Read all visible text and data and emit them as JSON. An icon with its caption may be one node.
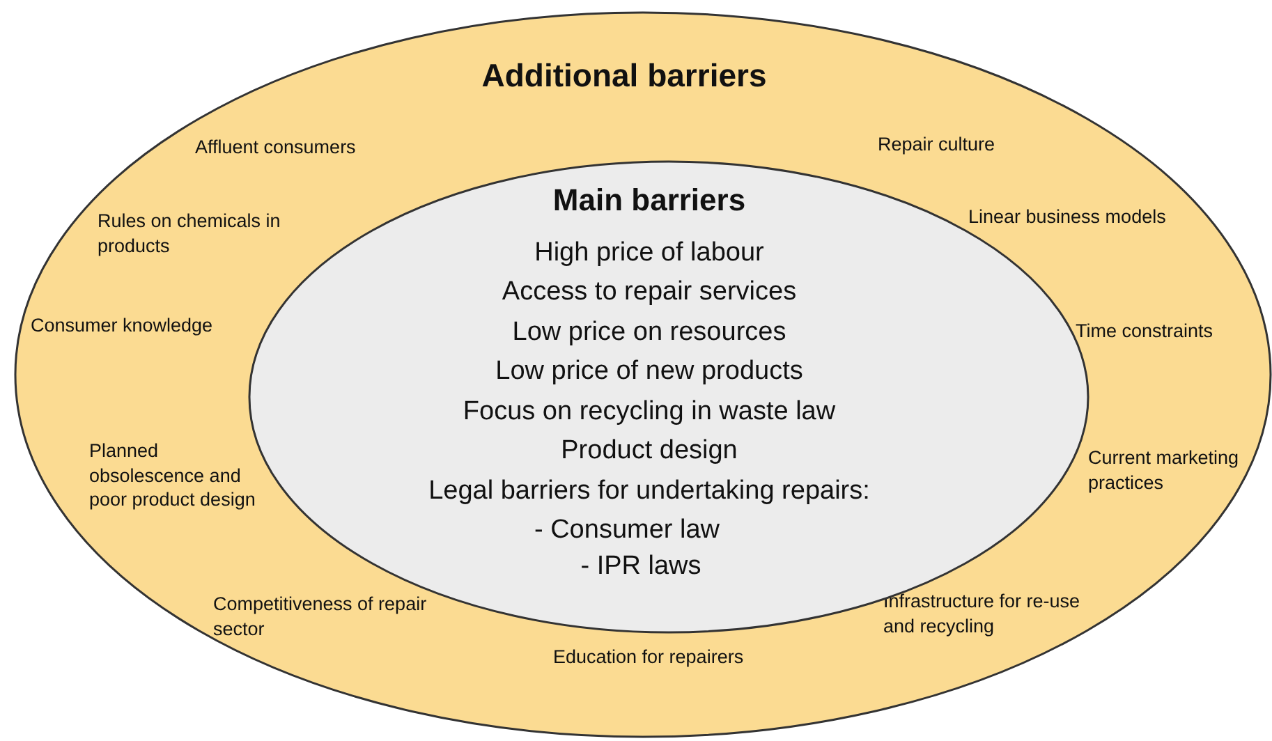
{
  "diagram": {
    "nodes": [
      {
        "text": [
          "Additional barriers",
          "Affluent consumers",
          "Repair culture",
          "Rules on chemicals in products",
          "Linear business models",
          "Consumer knowledge",
          "Time constraints",
          "Planned obsolescence and poor product design",
          "Current marketing practices",
          "Competitiveness of repair sector",
          "Infrastructure for re-use and recycling",
          "Education for repairers"
        ]
      },
      {
        "text": [
          "Main barriers",
          "High price of labour",
          "Access to repair services",
          "Low price on resources",
          "Low price of new products",
          "Focus on recycling in waste law",
          "Product design",
          "Legal barriers for undertaking repairs:",
          "- Consumer law",
          "- IPR laws"
        ],
        "in": 0
      }
    ]
  }
}
